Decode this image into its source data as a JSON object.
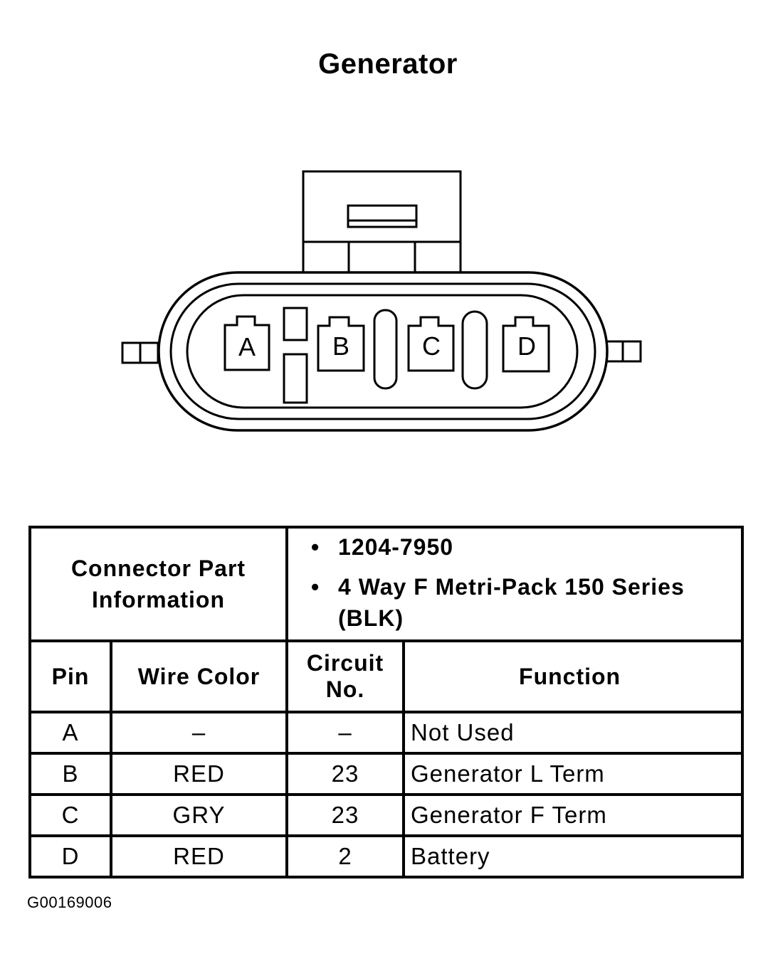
{
  "title": "Generator",
  "pins": [
    "A",
    "B",
    "C",
    "D"
  ],
  "table": {
    "connector_label_line1": "Connector Part",
    "connector_label_line2": "Information",
    "part_info": [
      "1204-7950",
      "4 Way F Metri-Pack 150 Series (BLK)"
    ],
    "headers": {
      "pin": "Pin",
      "wire_color": "Wire Color",
      "circuit_line1": "Circuit",
      "circuit_line2": "No.",
      "function": "Function"
    },
    "rows": [
      {
        "pin": "A",
        "wire_color": "–",
        "circuit": "–",
        "function": "Not Used"
      },
      {
        "pin": "B",
        "wire_color": "RED",
        "circuit": "23",
        "function": "Generator L Term"
      },
      {
        "pin": "C",
        "wire_color": "GRY",
        "circuit": "23",
        "function": "Generator F Term"
      },
      {
        "pin": "D",
        "wire_color": "RED",
        "circuit": "2",
        "function": "Battery"
      }
    ]
  },
  "figure_id": "G00169006"
}
